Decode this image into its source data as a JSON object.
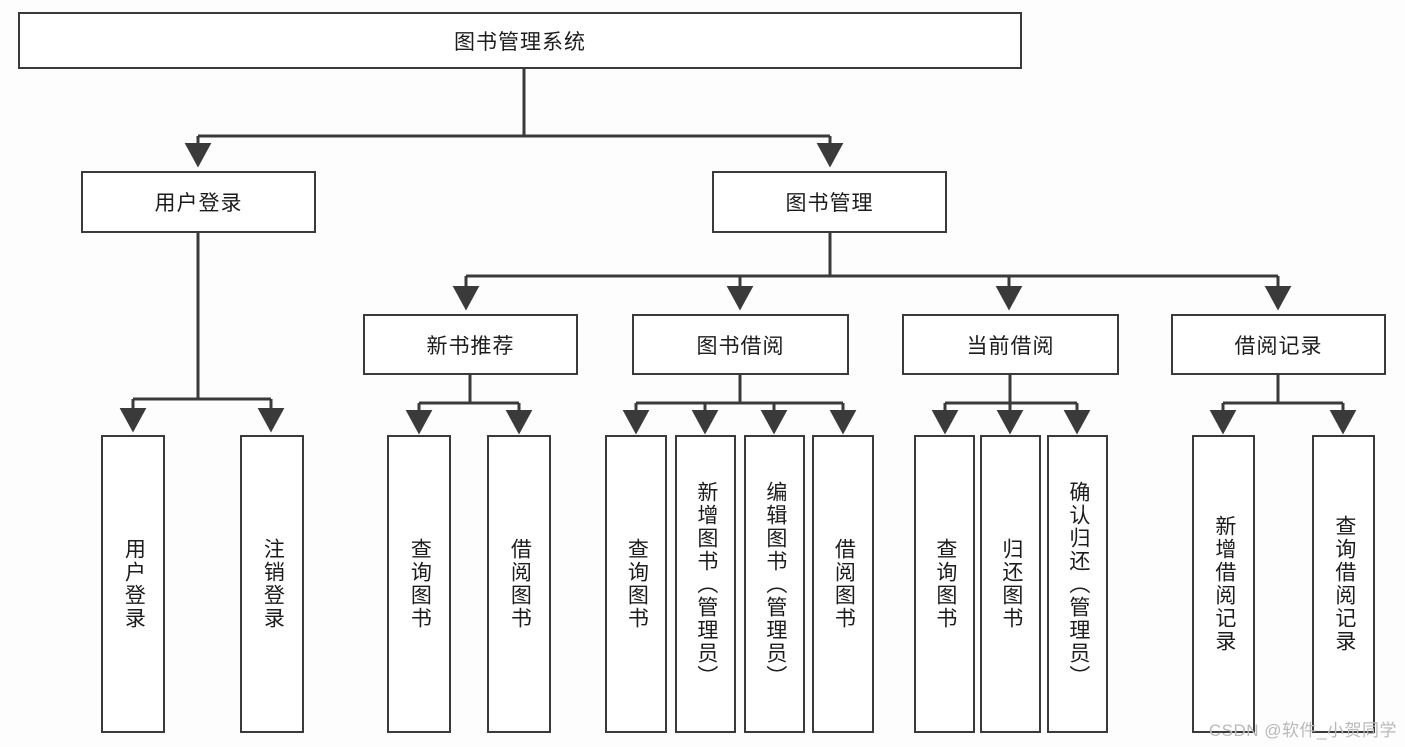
{
  "diagram": {
    "title": "图书管理系统",
    "type": "tree",
    "root": {
      "label": "图书管理系统"
    },
    "level2": [
      {
        "label": "用户登录"
      },
      {
        "label": "图书管理"
      }
    ],
    "level3": [
      {
        "label": "新书推荐"
      },
      {
        "label": "图书借阅"
      },
      {
        "label": "当前借阅"
      },
      {
        "label": "借阅记录"
      }
    ],
    "leaves": {
      "user_login": [
        {
          "label": "用户登录"
        },
        {
          "label": "注销登录"
        }
      ],
      "new_book_recommend": [
        {
          "label": "查询图书"
        },
        {
          "label": "借阅图书"
        }
      ],
      "book_borrow": [
        {
          "label": "查询图书"
        },
        {
          "label": "新增图书（管理员）"
        },
        {
          "label": "编辑图书（管理员）"
        },
        {
          "label": "借阅图书"
        }
      ],
      "current_borrow": [
        {
          "label": "查询图书"
        },
        {
          "label": "归还图书"
        },
        {
          "label": "确认归还（管理员）"
        }
      ],
      "borrow_records": [
        {
          "label": "新增借阅记录"
        },
        {
          "label": "查询借阅记录"
        }
      ]
    }
  },
  "watermark": {
    "text": "CSDN @软件_小贺同学"
  },
  "colors": {
    "background": "#fdfdfd",
    "box_fill": "#ffffff",
    "box_border": "#3a3a3a",
    "edge": "#3a3a3a",
    "text": "#1c1c1c",
    "watermark": "#b9b9b9"
  }
}
